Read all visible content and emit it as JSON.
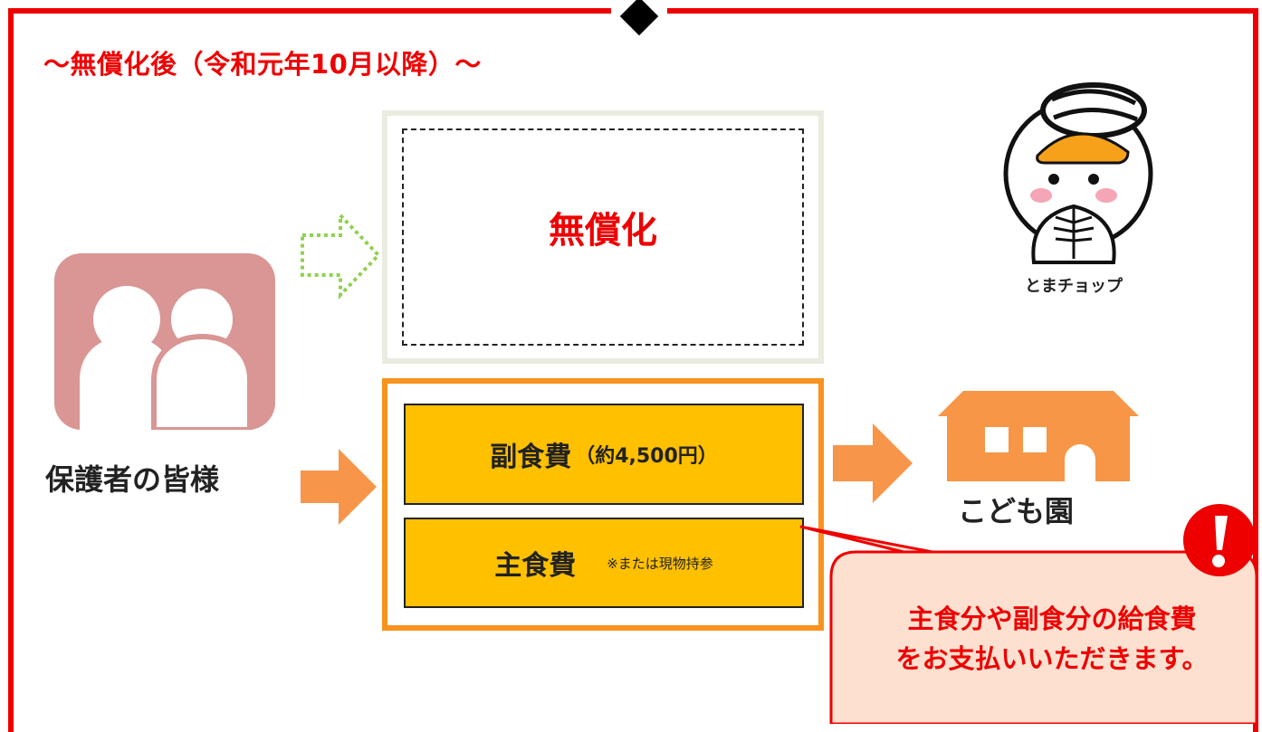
{
  "heading": "〜無償化後（令和元年10月以降）〜",
  "free": {
    "label": "無償化"
  },
  "guardian": {
    "label": "保護者の皆様"
  },
  "costs": {
    "side_dish": {
      "label": "副食費",
      "amount": "（約4,500円）"
    },
    "staple": {
      "label": "主食費",
      "note": "※または現物持参"
    }
  },
  "school": {
    "label": "こども園"
  },
  "mascot": {
    "name": "とまチョップ"
  },
  "callout": {
    "line1": "主食分や副食分の給食費",
    "line2": "をお支払いいただきます。"
  },
  "colors": {
    "frame": "#ee0000",
    "accent_text": "#ee0000",
    "cost_fill": "#ffc000",
    "cost_border": "#f7931e",
    "arrow": "#f7964a",
    "dotted_arrow": "#92d050",
    "avatar_bg": "#d99694",
    "school": "#f79646",
    "callout_fill": "#fde0d0"
  },
  "icons": [
    "guardians-icon",
    "school-building-icon",
    "exclamation-icon",
    "mascot-icon",
    "right-arrow-icon"
  ]
}
